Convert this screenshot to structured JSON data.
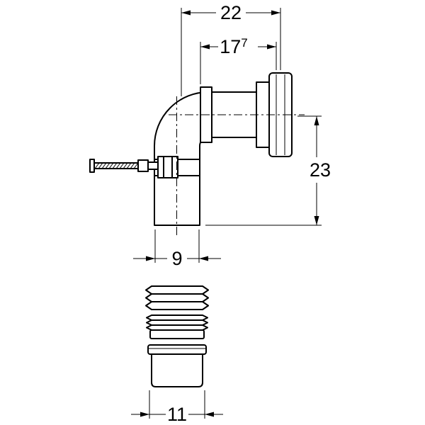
{
  "colors": {
    "background": "#ffffff",
    "line": "#000000"
  },
  "drawing": {
    "type": "technical-dimension-drawing",
    "part": "90-degree pipe elbow with mounting screw, two seal rings and connector sleeve"
  },
  "dimensions": {
    "top_width": "22",
    "upper_width_main": "17",
    "upper_width_sup": "7",
    "right_height": "23",
    "outlet_diameter": "9",
    "sleeve_diameter": "11"
  }
}
